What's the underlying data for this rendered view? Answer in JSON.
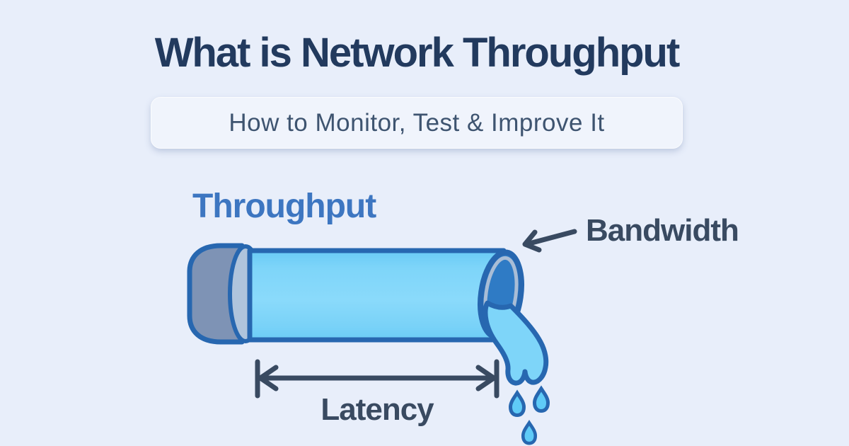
{
  "header": {
    "title": "What is Network Throughput",
    "subtitle": "How to Monitor, Test & Improve It"
  },
  "diagram": {
    "illustration_name": "water-pipe-pouring-illustration",
    "throughput_label": "Throughput",
    "bandwidth_label": "Bandwidth",
    "latency_label": "Latency"
  },
  "colors": {
    "background": "#E8EEFA",
    "title_text": "#223A5E",
    "subtitle_box_bg": "#F0F4FC",
    "subtitle_text": "#3E5470",
    "throughput_label": "#3D76C1",
    "annotation_text": "#394A61",
    "pipe_body_fill": "#7ED5F9",
    "pipe_outline": "#2767B0",
    "pipe_cap_fill": "#7E93B5",
    "pipe_rim_highlight": "#AFC4DC",
    "pipe_opening_interior": "#2F7BC5",
    "water_fill": "#7ED5F9",
    "droplet_fill": "#5FCBF7"
  }
}
